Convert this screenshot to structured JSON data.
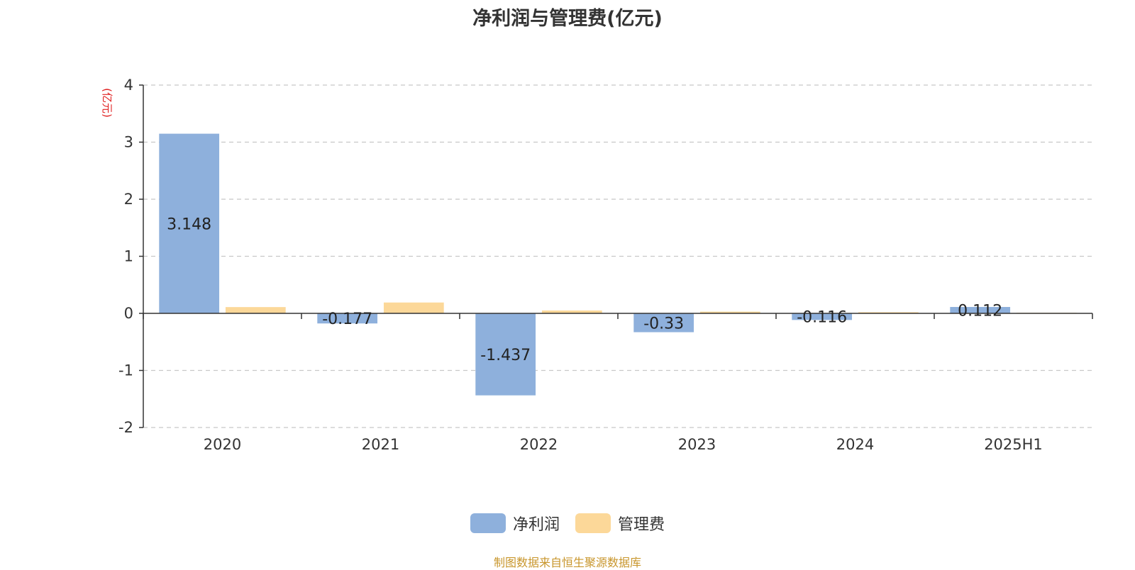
{
  "chart_data": {
    "type": "bar",
    "title": "净利润与管理费(亿元)",
    "ylabel": "(亿元)",
    "xlabel": "",
    "categories": [
      "2020",
      "2021",
      "2022",
      "2023",
      "2024",
      "2025H1"
    ],
    "series": [
      {
        "name": "净利润",
        "color": "#8eb0dc",
        "values": [
          3.148,
          -0.177,
          -1.437,
          -0.33,
          -0.116,
          0.112
        ],
        "labels": [
          "3.148",
          "-0.177",
          "-1.437",
          "-0.33",
          "-0.116",
          "0.112"
        ]
      },
      {
        "name": "管理费",
        "color": "#fcd899",
        "values": [
          0.11,
          0.19,
          0.05,
          0.03,
          0.02,
          0.01
        ]
      }
    ],
    "ylim": [
      -2,
      4
    ],
    "yticks": [
      "4",
      "3",
      "2",
      "1",
      "0",
      "-1",
      "-2"
    ],
    "grid": true,
    "legend_position": "bottom-center"
  },
  "footer": {
    "source": "制图数据来自恒生聚源数据库"
  }
}
